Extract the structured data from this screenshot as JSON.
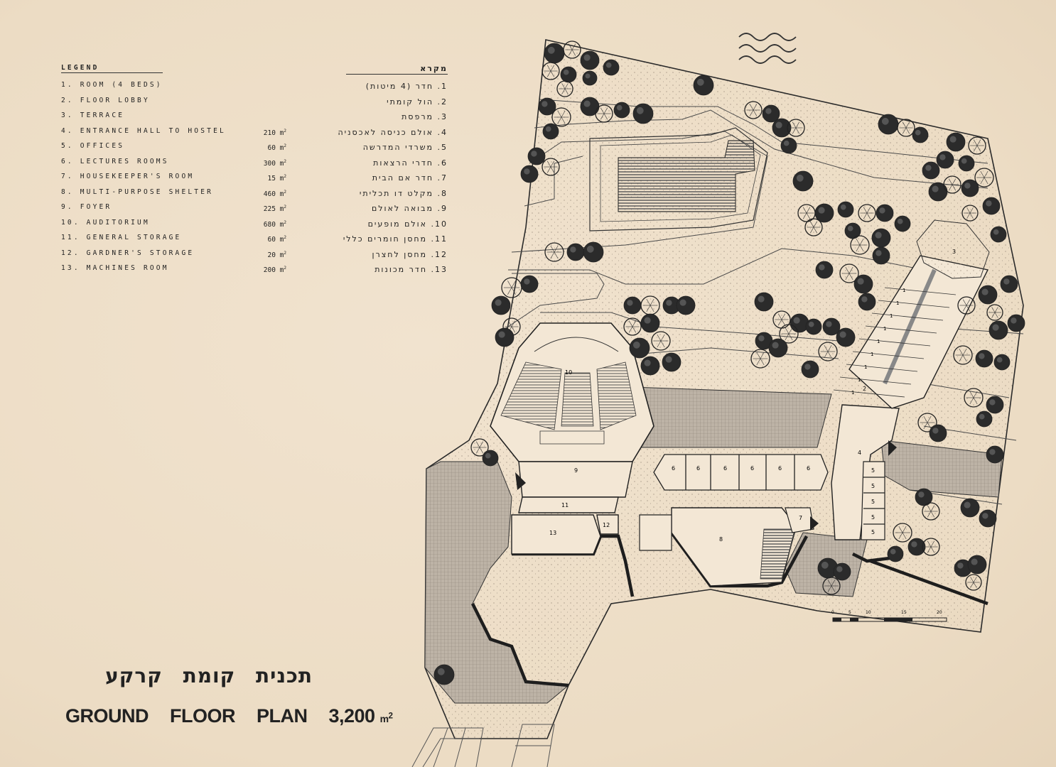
{
  "legend_en_title": "LEGEND",
  "legend_he_title": "מקרא",
  "legend": [
    {
      "en": "1. ROOM (4 BEDS)",
      "he": "1. חדר (4 מיטות)",
      "area": ""
    },
    {
      "en": "2. FLOOR LOBBY",
      "he": "2. הול קומתי",
      "area": ""
    },
    {
      "en": "3. TERRACE",
      "he": "3. מרפסת",
      "area": ""
    },
    {
      "en": "4. ENTRANCE HALL TO HOSTEL",
      "he": "4. אולם כניסה לאכסניה",
      "area": "210 m"
    },
    {
      "en": "5. OFFICES",
      "he": "5. משרדי המדרשה",
      "area": "60 m"
    },
    {
      "en": "6. LECTURES ROOMS",
      "he": "6. חדרי הרצאות",
      "area": "300 m"
    },
    {
      "en": "7. HOUSEKEEPER'S ROOM",
      "he": "7. חדר אם הבית",
      "area": "15 m"
    },
    {
      "en": "8. MULTI-PURPOSE SHELTER",
      "he": "8. מקלט דו תכליתי",
      "area": "460 m"
    },
    {
      "en": "9. FOYER",
      "he": "9. מבואה לאולם",
      "area": "225 m"
    },
    {
      "en": "10. AUDITORIUM",
      "he": "10. אולם מופעים",
      "area": "680 m"
    },
    {
      "en": "11. GENERAL STORAGE",
      "he": "11. מחסן חומרים כללי",
      "area": "60 m"
    },
    {
      "en": "12. GARDNER'S STORAGE",
      "he": "12. מחסן לחצרן",
      "area": "20 m"
    },
    {
      "en": "13. MACHINES ROOM",
      "he": "13. חדר מכונות",
      "area": "200 m"
    }
  ],
  "title_he": "תכנית קומת קרקע",
  "title_en": {
    "w1": "GROUND",
    "w2": "FLOOR",
    "w3": "PLAN",
    "area": "3,200",
    "unit": "m"
  },
  "room_labels": {
    "r1": "1",
    "r2": "2",
    "r3": "3",
    "r4": "4",
    "r5": "5",
    "r6": "6",
    "r7": "7",
    "r8": "8",
    "r9": "9",
    "r10": "10",
    "r11": "11",
    "r12": "12",
    "r13": "13"
  },
  "scale_labels": [
    "0",
    "5",
    "10",
    "15",
    "20"
  ],
  "colors": {
    "paper": "#efdfc9",
    "ink": "#2a2a2a",
    "hatch": "#8d8378"
  }
}
